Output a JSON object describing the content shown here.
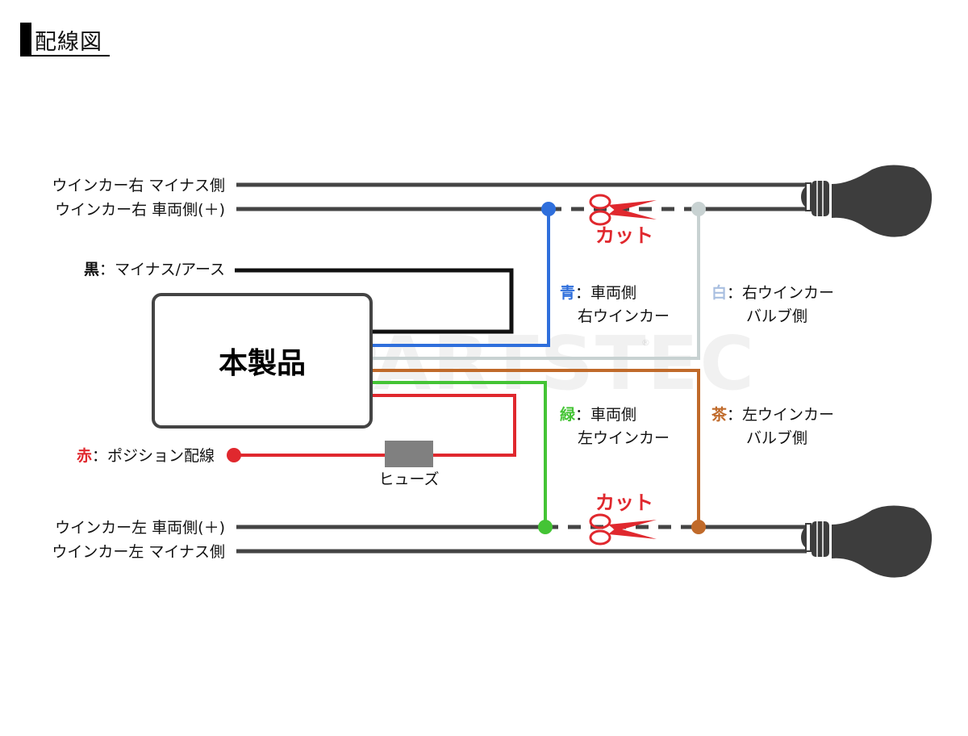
{
  "title": "配線図",
  "product_label": "本製品",
  "watermark": "PARTSTEC",
  "watermark_mark": "®",
  "colors": {
    "harness": "#444444",
    "black": "#111111",
    "blue": "#2f6fdc",
    "white_wire": "#c8d2d2",
    "white_label": "#a9bfe0",
    "brown": "#c06a2a",
    "green": "#44c435",
    "red": "#e0282e",
    "fuse": "#808080",
    "bulb": "#3d3d3d",
    "box_border": "#444444"
  },
  "vehicle_wires": {
    "right_minus": "ウインカー右 マイナス側",
    "right_plus": "ウインカー右 車両側(＋)",
    "left_plus": "ウインカー左 車両側(＋)",
    "left_minus": "ウインカー左 マイナス側"
  },
  "product_wires": {
    "black": {
      "color_word": "黒",
      "sep": "：",
      "desc": "マイナス/アース"
    },
    "red": {
      "color_word": "赤",
      "sep": "：",
      "desc": "ポジション配線"
    },
    "blue": {
      "color_word": "青",
      "sep": "：",
      "line1": "車両側",
      "line2": "右ウインカー"
    },
    "white": {
      "color_word": "白",
      "sep": "：",
      "line1": "右ウインカー",
      "line2": "バルブ側"
    },
    "green": {
      "color_word": "緑",
      "sep": "：",
      "line1": "車両側",
      "line2": "左ウインカー"
    },
    "brown": {
      "color_word": "茶",
      "sep": "：",
      "line1": "左ウインカー",
      "line2": "バルブ側"
    }
  },
  "fuse_label": "ヒューズ",
  "cut_label_top": "カット",
  "cut_label_bottom": "カット",
  "icons": {
    "scissors_top": "scissors-icon",
    "scissors_bottom": "scissors-icon",
    "bulb_right": "light-bulb-icon",
    "bulb_left": "light-bulb-icon"
  }
}
